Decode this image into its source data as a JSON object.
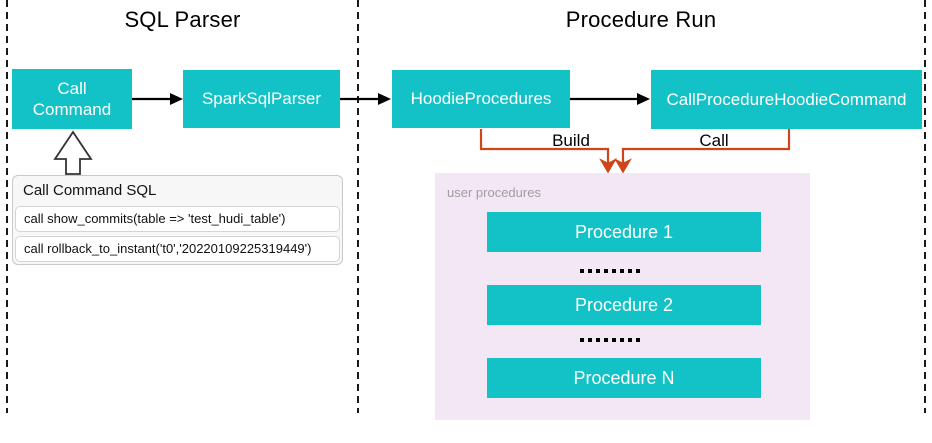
{
  "header": {
    "left_title": "SQL Parser",
    "right_title": "Procedure Run"
  },
  "sql_parser": {
    "call_command_label": "Call Command",
    "spark_sql_parser_label": "SparkSqlParser",
    "sql_panel": {
      "title": "Call Command SQL",
      "examples": [
        "call show_commits(table => 'test_hudi_table')",
        "call rollback_to_instant('t0','20220109225319449')"
      ]
    }
  },
  "procedure_run": {
    "hoodie_procedures_label": "HoodieProcedures",
    "call_procedure_label": "CallProcedureHoodieCommand",
    "build_edge_label": "Build",
    "call_edge_label": "Call",
    "user_procedures": {
      "label": "user procedures",
      "procedures": [
        "Procedure 1",
        "Procedure 2",
        "Procedure N"
      ]
    }
  },
  "colors": {
    "teal": "#12c2c7",
    "orange_connector": "#cf4517",
    "lavender_bg": "#f3e6f5",
    "panel_bg": "#f7f7f7",
    "muted_label": "#9e9e9e",
    "black_connector": "#000000"
  }
}
